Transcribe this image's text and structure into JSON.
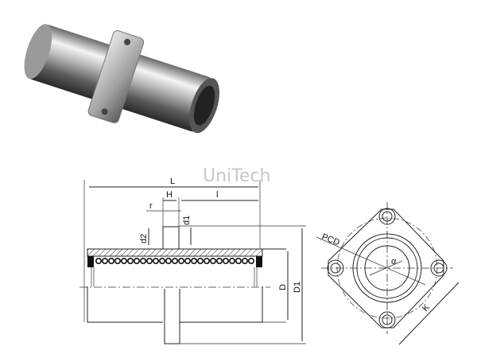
{
  "watermark": "UniTech",
  "product_photo": {
    "description_icon": "flanged-linear-bearing-photo"
  },
  "side_view": {
    "labels": {
      "L": "L",
      "H": "H",
      "l": "l",
      "r": "r",
      "d1": "d1",
      "d2": "d2",
      "D": "D",
      "D1": "D1"
    }
  },
  "flange_view": {
    "labels": {
      "PCD": "PCD",
      "alpha": "α",
      "K": "K"
    }
  },
  "colors": {
    "line": "#222222",
    "watermark": "#c8c8c8"
  }
}
